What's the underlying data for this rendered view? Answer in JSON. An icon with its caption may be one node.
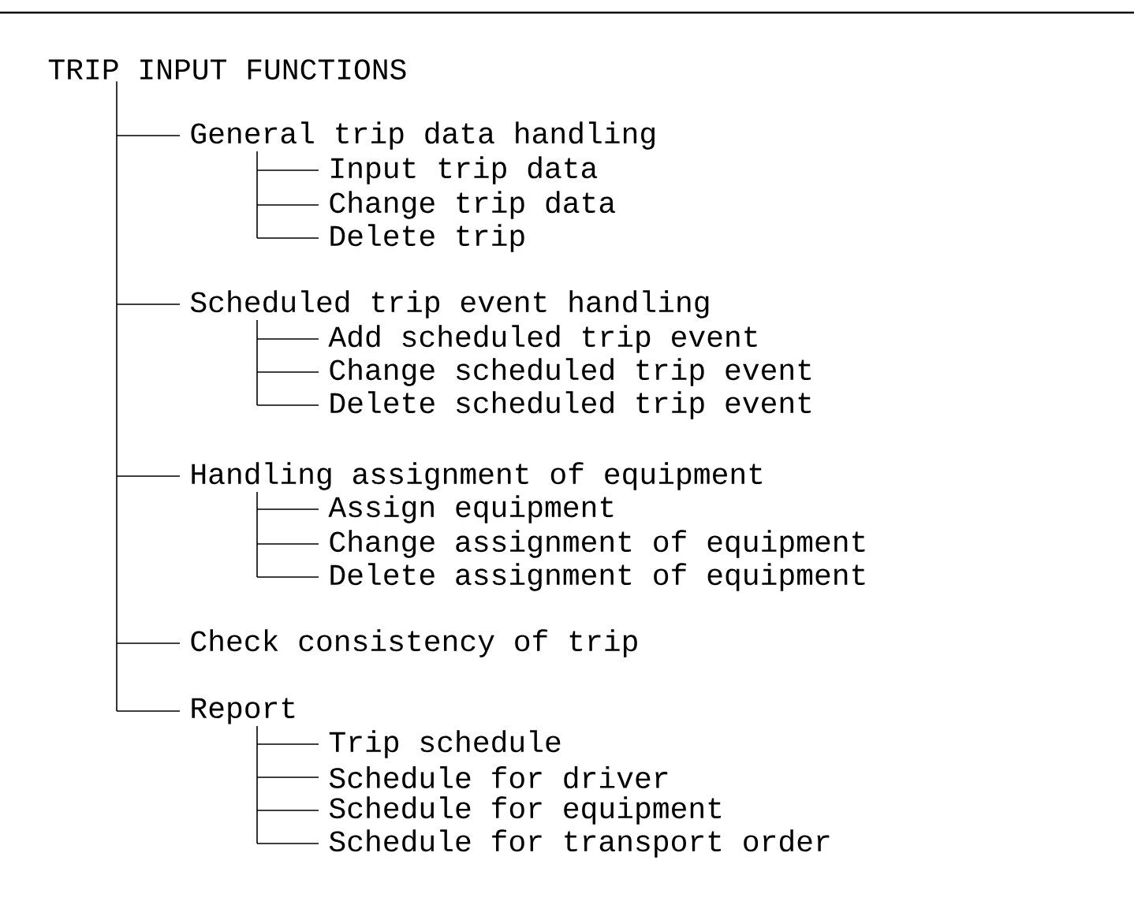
{
  "diagram": {
    "nodes": [
      {
        "text": [
          "TRIP INPUT FUNCTIONS"
        ]
      },
      {
        "text": [
          "General trip data handling"
        ]
      },
      {
        "text": [
          "Input trip data"
        ]
      },
      {
        "text": [
          "Change trip data"
        ]
      },
      {
        "text": [
          "Delete trip"
        ]
      },
      {
        "text": [
          "Scheduled trip event handling"
        ]
      },
      {
        "text": [
          "Add scheduled trip event"
        ]
      },
      {
        "text": [
          "Change scheduled trip event"
        ]
      },
      {
        "text": [
          "Delete scheduled trip event"
        ]
      },
      {
        "text": [
          "Handling assignment of equipment"
        ]
      },
      {
        "text": [
          "Assign equipment"
        ]
      },
      {
        "text": [
          "Change assignment of equipment"
        ]
      },
      {
        "text": [
          "Delete assignment of equipment"
        ]
      },
      {
        "text": [
          "Check consistency of trip"
        ]
      },
      {
        "text": [
          "Report"
        ]
      },
      {
        "text": [
          "Trip schedule"
        ]
      },
      {
        "text": [
          "Schedule for driver"
        ]
      },
      {
        "text": [
          "Schedule for equipment"
        ]
      },
      {
        "text": [
          "Schedule for transport order"
        ]
      }
    ],
    "edges": [
      {
        "from": 0,
        "to": 1,
        "arrow": "none"
      },
      {
        "from": 1,
        "to": 2,
        "arrow": "none"
      },
      {
        "from": 1,
        "to": 3,
        "arrow": "none"
      },
      {
        "from": 1,
        "to": 4,
        "arrow": "none"
      },
      {
        "from": 0,
        "to": 5,
        "arrow": "none"
      },
      {
        "from": 5,
        "to": 6,
        "arrow": "none"
      },
      {
        "from": 5,
        "to": 7,
        "arrow": "none"
      },
      {
        "from": 5,
        "to": 8,
        "arrow": "none"
      },
      {
        "from": 0,
        "to": 9,
        "arrow": "none"
      },
      {
        "from": 9,
        "to": 10,
        "arrow": "none"
      },
      {
        "from": 9,
        "to": 11,
        "arrow": "none"
      },
      {
        "from": 9,
        "to": 12,
        "arrow": "none"
      },
      {
        "from": 0,
        "to": 13,
        "arrow": "none"
      },
      {
        "from": 0,
        "to": 14,
        "arrow": "none"
      },
      {
        "from": 14,
        "to": 15,
        "arrow": "none"
      },
      {
        "from": 14,
        "to": 16,
        "arrow": "none"
      },
      {
        "from": 14,
        "to": 17,
        "arrow": "none"
      },
      {
        "from": 14,
        "to": 18,
        "arrow": "none"
      }
    ]
  }
}
